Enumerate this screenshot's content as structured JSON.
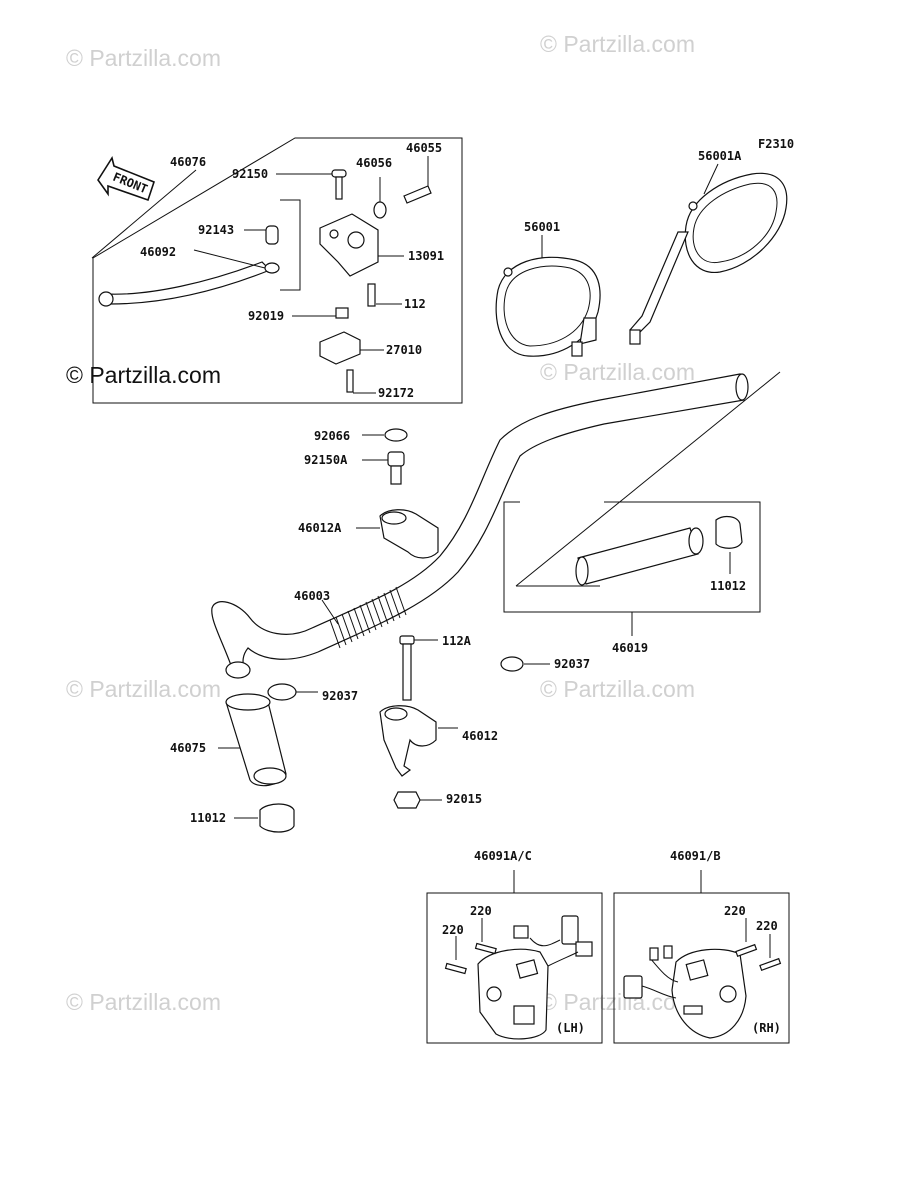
{
  "watermark": "© Partzilla.com",
  "diagram_code": "F2310",
  "front_label": "FRONT",
  "lh_label": "(LH)",
  "rh_label": "(RH)",
  "parts": {
    "p46076": "46076",
    "p46055": "46055",
    "p46056": "46056",
    "p92150": "92150",
    "p92143": "92143",
    "p46092": "46092",
    "p13091": "13091",
    "p112": "112",
    "p92019": "92019",
    "p27010": "27010",
    "p92172": "92172",
    "p56001A": "56001A",
    "p56001": "56001",
    "p92066": "92066",
    "p92150A": "92150A",
    "p46012A": "46012A",
    "p46003": "46003",
    "p11012_r": "11012",
    "p46019": "46019",
    "p112A": "112A",
    "p92037_r": "92037",
    "p92037_l": "92037",
    "p46012": "46012",
    "p46075": "46075",
    "p92015": "92015",
    "p11012_l": "11012",
    "p46091AC": "46091A/C",
    "p46091B": "46091/B",
    "p220_a": "220",
    "p220_b": "220",
    "p220_c": "220",
    "p220_d": "220"
  }
}
